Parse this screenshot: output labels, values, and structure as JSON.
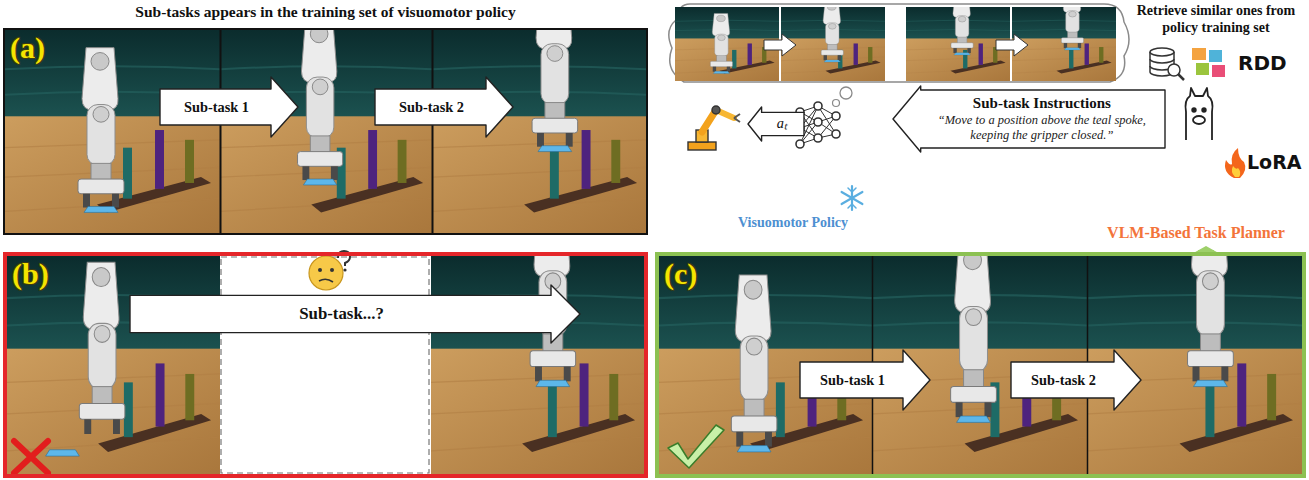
{
  "diagram": {
    "title": "Sub-tasks appears in the training set of visuomotor policy",
    "nodes": [
      {
        "text": [
          "(a)"
        ]
      },
      {
        "text": [
          "Sub-task 1"
        ],
        "in": 0
      },
      {
        "text": [
          "Sub-task 2"
        ],
        "in": 0
      },
      {
        "text": [
          "(b)"
        ]
      },
      {
        "text": [
          "Sub-task...?"
        ],
        "in": 3
      },
      {
        "text": [
          "(c)"
        ]
      },
      {
        "text": [
          "Sub-task 1"
        ],
        "in": 5
      },
      {
        "text": [
          "Sub-task 2"
        ],
        "in": 5
      },
      {
        "text": [
          "Sub-task Instructions",
          "“Move to a position above the teal spoke, keeping the gripper closed.”"
        ]
      },
      {
        "text": [
          "aₜ"
        ]
      }
    ],
    "labels": [
      "Retrieve similar ones from policy training set",
      "RDD",
      "Visuomotor Policy",
      "LoRA",
      "VLM-Based Task Planner"
    ]
  }
}
